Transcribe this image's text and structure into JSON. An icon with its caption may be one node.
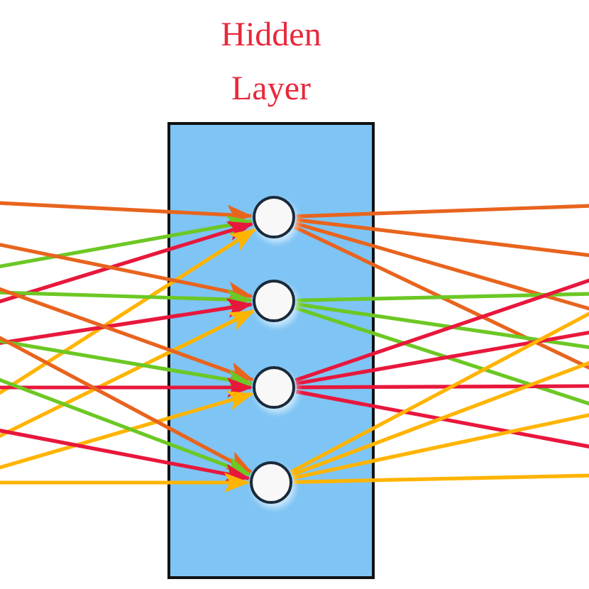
{
  "diagram": {
    "nodes": [
      {
        "text": [
          "Hidden Layer"
        ]
      },
      {
        "text": [],
        "shape": "circle",
        "in": 0
      },
      {
        "text": [],
        "shape": "circle",
        "in": 0
      },
      {
        "text": [],
        "shape": "circle",
        "in": 0
      },
      {
        "text": [],
        "shape": "circle",
        "in": 0
      }
    ],
    "edges": [
      {
        "from": null,
        "to": 1,
        "arrow": "to",
        "color": "#e8641e"
      },
      {
        "from": null,
        "to": 1,
        "arrow": "to",
        "color": "#6cc824"
      },
      {
        "from": null,
        "to": 1,
        "arrow": "to",
        "color": "#e8173c"
      },
      {
        "from": null,
        "to": 1,
        "arrow": "to",
        "color": "#ffb400"
      },
      {
        "from": null,
        "to": 2,
        "arrow": "to",
        "color": "#e8641e"
      },
      {
        "from": null,
        "to": 2,
        "arrow": "to",
        "color": "#6cc824"
      },
      {
        "from": null,
        "to": 2,
        "arrow": "to",
        "color": "#e8173c"
      },
      {
        "from": null,
        "to": 2,
        "arrow": "to",
        "color": "#ffb400"
      },
      {
        "from": null,
        "to": 3,
        "arrow": "to",
        "color": "#e8641e"
      },
      {
        "from": null,
        "to": 3,
        "arrow": "to",
        "color": "#6cc824"
      },
      {
        "from": null,
        "to": 3,
        "arrow": "to",
        "color": "#e8173c"
      },
      {
        "from": null,
        "to": 3,
        "arrow": "to",
        "color": "#ffb400"
      },
      {
        "from": null,
        "to": 4,
        "arrow": "to",
        "color": "#e8641e"
      },
      {
        "from": null,
        "to": 4,
        "arrow": "to",
        "color": "#6cc824"
      },
      {
        "from": null,
        "to": 4,
        "arrow": "to",
        "color": "#e8173c"
      },
      {
        "from": null,
        "to": 4,
        "arrow": "to",
        "color": "#ffb400"
      },
      {
        "from": 1,
        "to": null,
        "arrow": "none",
        "color": "#e8641e"
      },
      {
        "from": 1,
        "to": null,
        "arrow": "none",
        "color": "#e8641e"
      },
      {
        "from": 1,
        "to": null,
        "arrow": "none",
        "color": "#e8641e"
      },
      {
        "from": 1,
        "to": null,
        "arrow": "none",
        "color": "#e8641e"
      },
      {
        "from": 2,
        "to": null,
        "arrow": "none",
        "color": "#6cc824"
      },
      {
        "from": 2,
        "to": null,
        "arrow": "none",
        "color": "#6cc824"
      },
      {
        "from": 2,
        "to": null,
        "arrow": "none",
        "color": "#6cc824"
      },
      {
        "from": 3,
        "to": null,
        "arrow": "none",
        "color": "#e8173c"
      },
      {
        "from": 3,
        "to": null,
        "arrow": "none",
        "color": "#e8173c"
      },
      {
        "from": 3,
        "to": null,
        "arrow": "none",
        "color": "#e8173c"
      },
      {
        "from": 3,
        "to": null,
        "arrow": "none",
        "color": "#e8173c"
      },
      {
        "from": 4,
        "to": null,
        "arrow": "none",
        "color": "#ffb400"
      },
      {
        "from": 4,
        "to": null,
        "arrow": "none",
        "color": "#ffb400"
      },
      {
        "from": 4,
        "to": null,
        "arrow": "none",
        "color": "#ffb400"
      },
      {
        "from": 4,
        "to": null,
        "arrow": "none",
        "color": "#ffb400"
      }
    ]
  }
}
